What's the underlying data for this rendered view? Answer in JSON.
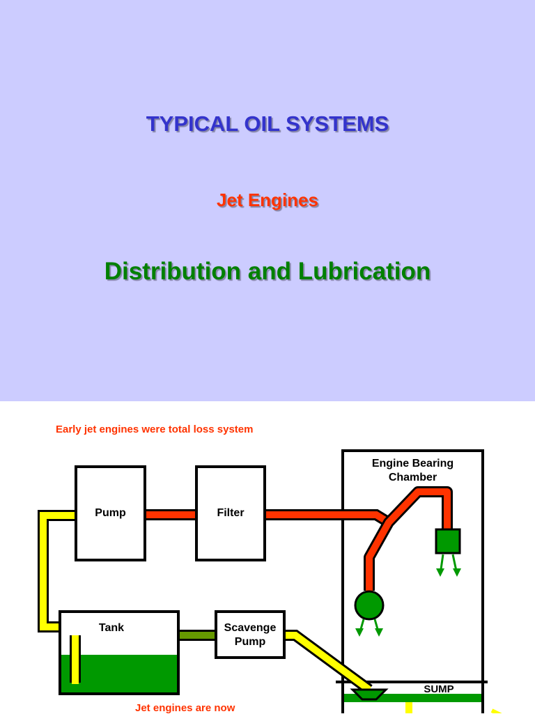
{
  "slide1": {
    "title": "TYPICAL OIL SYSTEMS",
    "subtitle": "Jet Engines",
    "heading": "Distribution and Lubrication",
    "background": "#ccccff",
    "title_color": "#3333cc",
    "subtitle_color": "#ff3300",
    "heading_color": "#008000"
  },
  "slide2": {
    "note_top": "Early jet engines were total loss system",
    "note_bottom": "Jet engines are now",
    "note_color": "#ff3300",
    "components": {
      "pump": "Pump",
      "filter": "Filter",
      "tank": "Tank",
      "scavenge_pump_line1": "Scavenge",
      "scavenge_pump_line2": "Pump",
      "bearing_chamber_line1": "Engine Bearing",
      "bearing_chamber_line2": "Chamber",
      "sump": "SUMP"
    },
    "line_colors": {
      "pressure": "#ff3300",
      "supply": "#ffff00",
      "scavenge": "#669900",
      "oil": "#009900",
      "outline": "#000000"
    }
  }
}
